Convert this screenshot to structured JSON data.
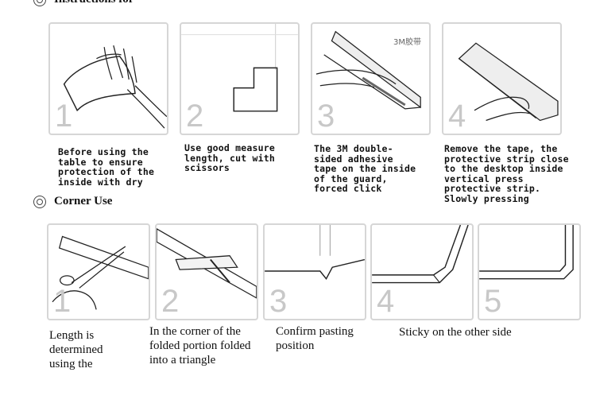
{
  "sections": {
    "top_header": {
      "title": "Instructions for"
    },
    "corner_header": {
      "title": "Corner Use"
    }
  },
  "top_steps": [
    {
      "number": "1",
      "caption": "Before using the\ntable to ensure\nprotection of the\ninside with dry"
    },
    {
      "number": "2",
      "caption": "Use good measure\nlength, cut with\nscissors"
    },
    {
      "number": "3",
      "caption": "The 3M double-\nsided adhesive\ntape on the inside\nof the guard,\nforced click",
      "tag": "3M胶带"
    },
    {
      "number": "4",
      "caption": "Remove the tape, the\nprotective strip close\nto the desktop inside\nvertical press\nprotective strip.\nSlowly pressing"
    }
  ],
  "corner_steps": [
    {
      "number": "1",
      "caption": "Length is\ndetermined\nusing the"
    },
    {
      "number": "2",
      "caption": "In the corner of the\nfolded portion folded\ninto a triangle"
    },
    {
      "number": "3",
      "caption": "Confirm pasting\nposition"
    },
    {
      "number": "4",
      "caption": ""
    },
    {
      "number": "5",
      "caption": ""
    }
  ],
  "corner_shared_caption": "Sticky on the other side"
}
